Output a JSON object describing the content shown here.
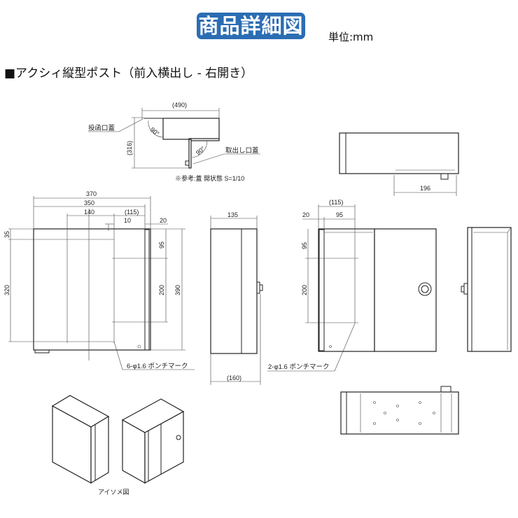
{
  "header": {
    "title": "商品詳細図",
    "unit": "単位:mm"
  },
  "heading": "■アクシィ縦型ポスト（前入横出し - 右開き）",
  "lid_view": {
    "width_dim": "(490)",
    "height_dim": "(316)",
    "angle1": "90°",
    "angle2": "90°",
    "label_insert_lid": "投函口蓋",
    "label_takeout_lid": "取出し口蓋",
    "note": "※参考:蓋 開状態  S=1/10"
  },
  "top_view": {
    "dim": "196"
  },
  "front_view": {
    "dims": {
      "w370": "370",
      "w350": "350",
      "w140": "140",
      "w115": "(115)",
      "w10": "10",
      "w20": "20",
      "h35": "35",
      "h320": "320",
      "h95": "95",
      "h200": "200",
      "h390": "390"
    },
    "punch_label": "6-φ1.6 ポンチマーク"
  },
  "side_view": {
    "depth_top": "135",
    "depth_bottom": "(160)"
  },
  "rear_view": {
    "dims": {
      "w20": "20",
      "w95": "95",
      "w115": "(115)",
      "h95": "95",
      "h200": "200"
    },
    "punch_label": "2-φ1.6 ポンチマーク"
  },
  "iso": {
    "label": "アイソメ図"
  }
}
